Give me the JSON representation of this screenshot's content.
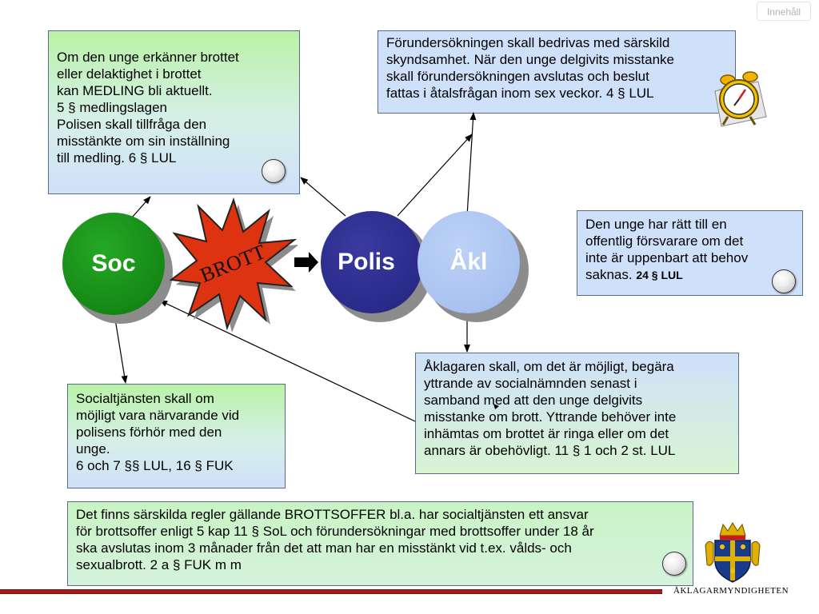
{
  "nav": {
    "label": "Innehåll"
  },
  "nodes": {
    "soc": "Soc",
    "brott": "BROTT",
    "polis": "Polis",
    "akl": "Åkl"
  },
  "boxes": {
    "medling": {
      "lines": [
        "Om den unge erkänner brottet",
        "eller delaktighet i brottet",
        "kan MEDLING bli aktuellt.",
        "5 § medlingslagen",
        "Polisen skall tillfråga den",
        "misstänkte om sin inställning",
        "till medling. 6 § LUL"
      ]
    },
    "forundersokning": {
      "lines": [
        "Förundersökningen skall bedrivas med särskild",
        "skyndsamhet. När den unge delgivits misstanke",
        "skall förundersökningen avslutas och beslut",
        "fattas i åtalsfrågan inom sex veckor. 4 § LUL"
      ]
    },
    "forsvarare": {
      "lines": [
        "Den unge har rätt till en",
        "offentlig försvarare om det",
        "inte är uppenbart att behov"
      ],
      "last_text": "saknas.",
      "last_ref": "24 § LUL"
    },
    "yttrande": {
      "lines": [
        "Åklagaren skall, om det är möjligt, begära",
        "yttrande av socialnämnden senast i",
        "samband med att den unge delgivits",
        "misstanke om brott. Yttrande behöver inte",
        "inhämtas om brottet är ringa eller om det",
        "annars är obehövligt.   11 § 1 och 2 st. LUL"
      ]
    },
    "socialtjanst": {
      "lines": [
        "Socialtjänsten skall om",
        "möjligt vara närvarande vid",
        "polisens förhör med den",
        "unge.",
        "6 och 7 §§ LUL, 16 § FUK"
      ]
    },
    "brottsoffer": {
      "lines": [
        "Det finns särskilda regler gällande BROTTSOFFER bl.a. har socialtjänsten ett ansvar",
        "för brottsoffer enligt 5 kap 11 § SoL och förundersökningar med brottsoffer under 18 år",
        "ska avslutas inom 3 månader från det att man har en misstänkt vid t.ex. vålds- och",
        "sexualbrott. 2 a § FUK m m"
      ]
    }
  },
  "footer": {
    "brand": "ÅKLAGARMYNDIGHETEN"
  },
  "colors": {
    "soc": "#1a8a1a",
    "polis": "#2a2a8a",
    "akl": "#a9c2f0",
    "star": "#dd3311",
    "footer_bar": "#a01818"
  }
}
